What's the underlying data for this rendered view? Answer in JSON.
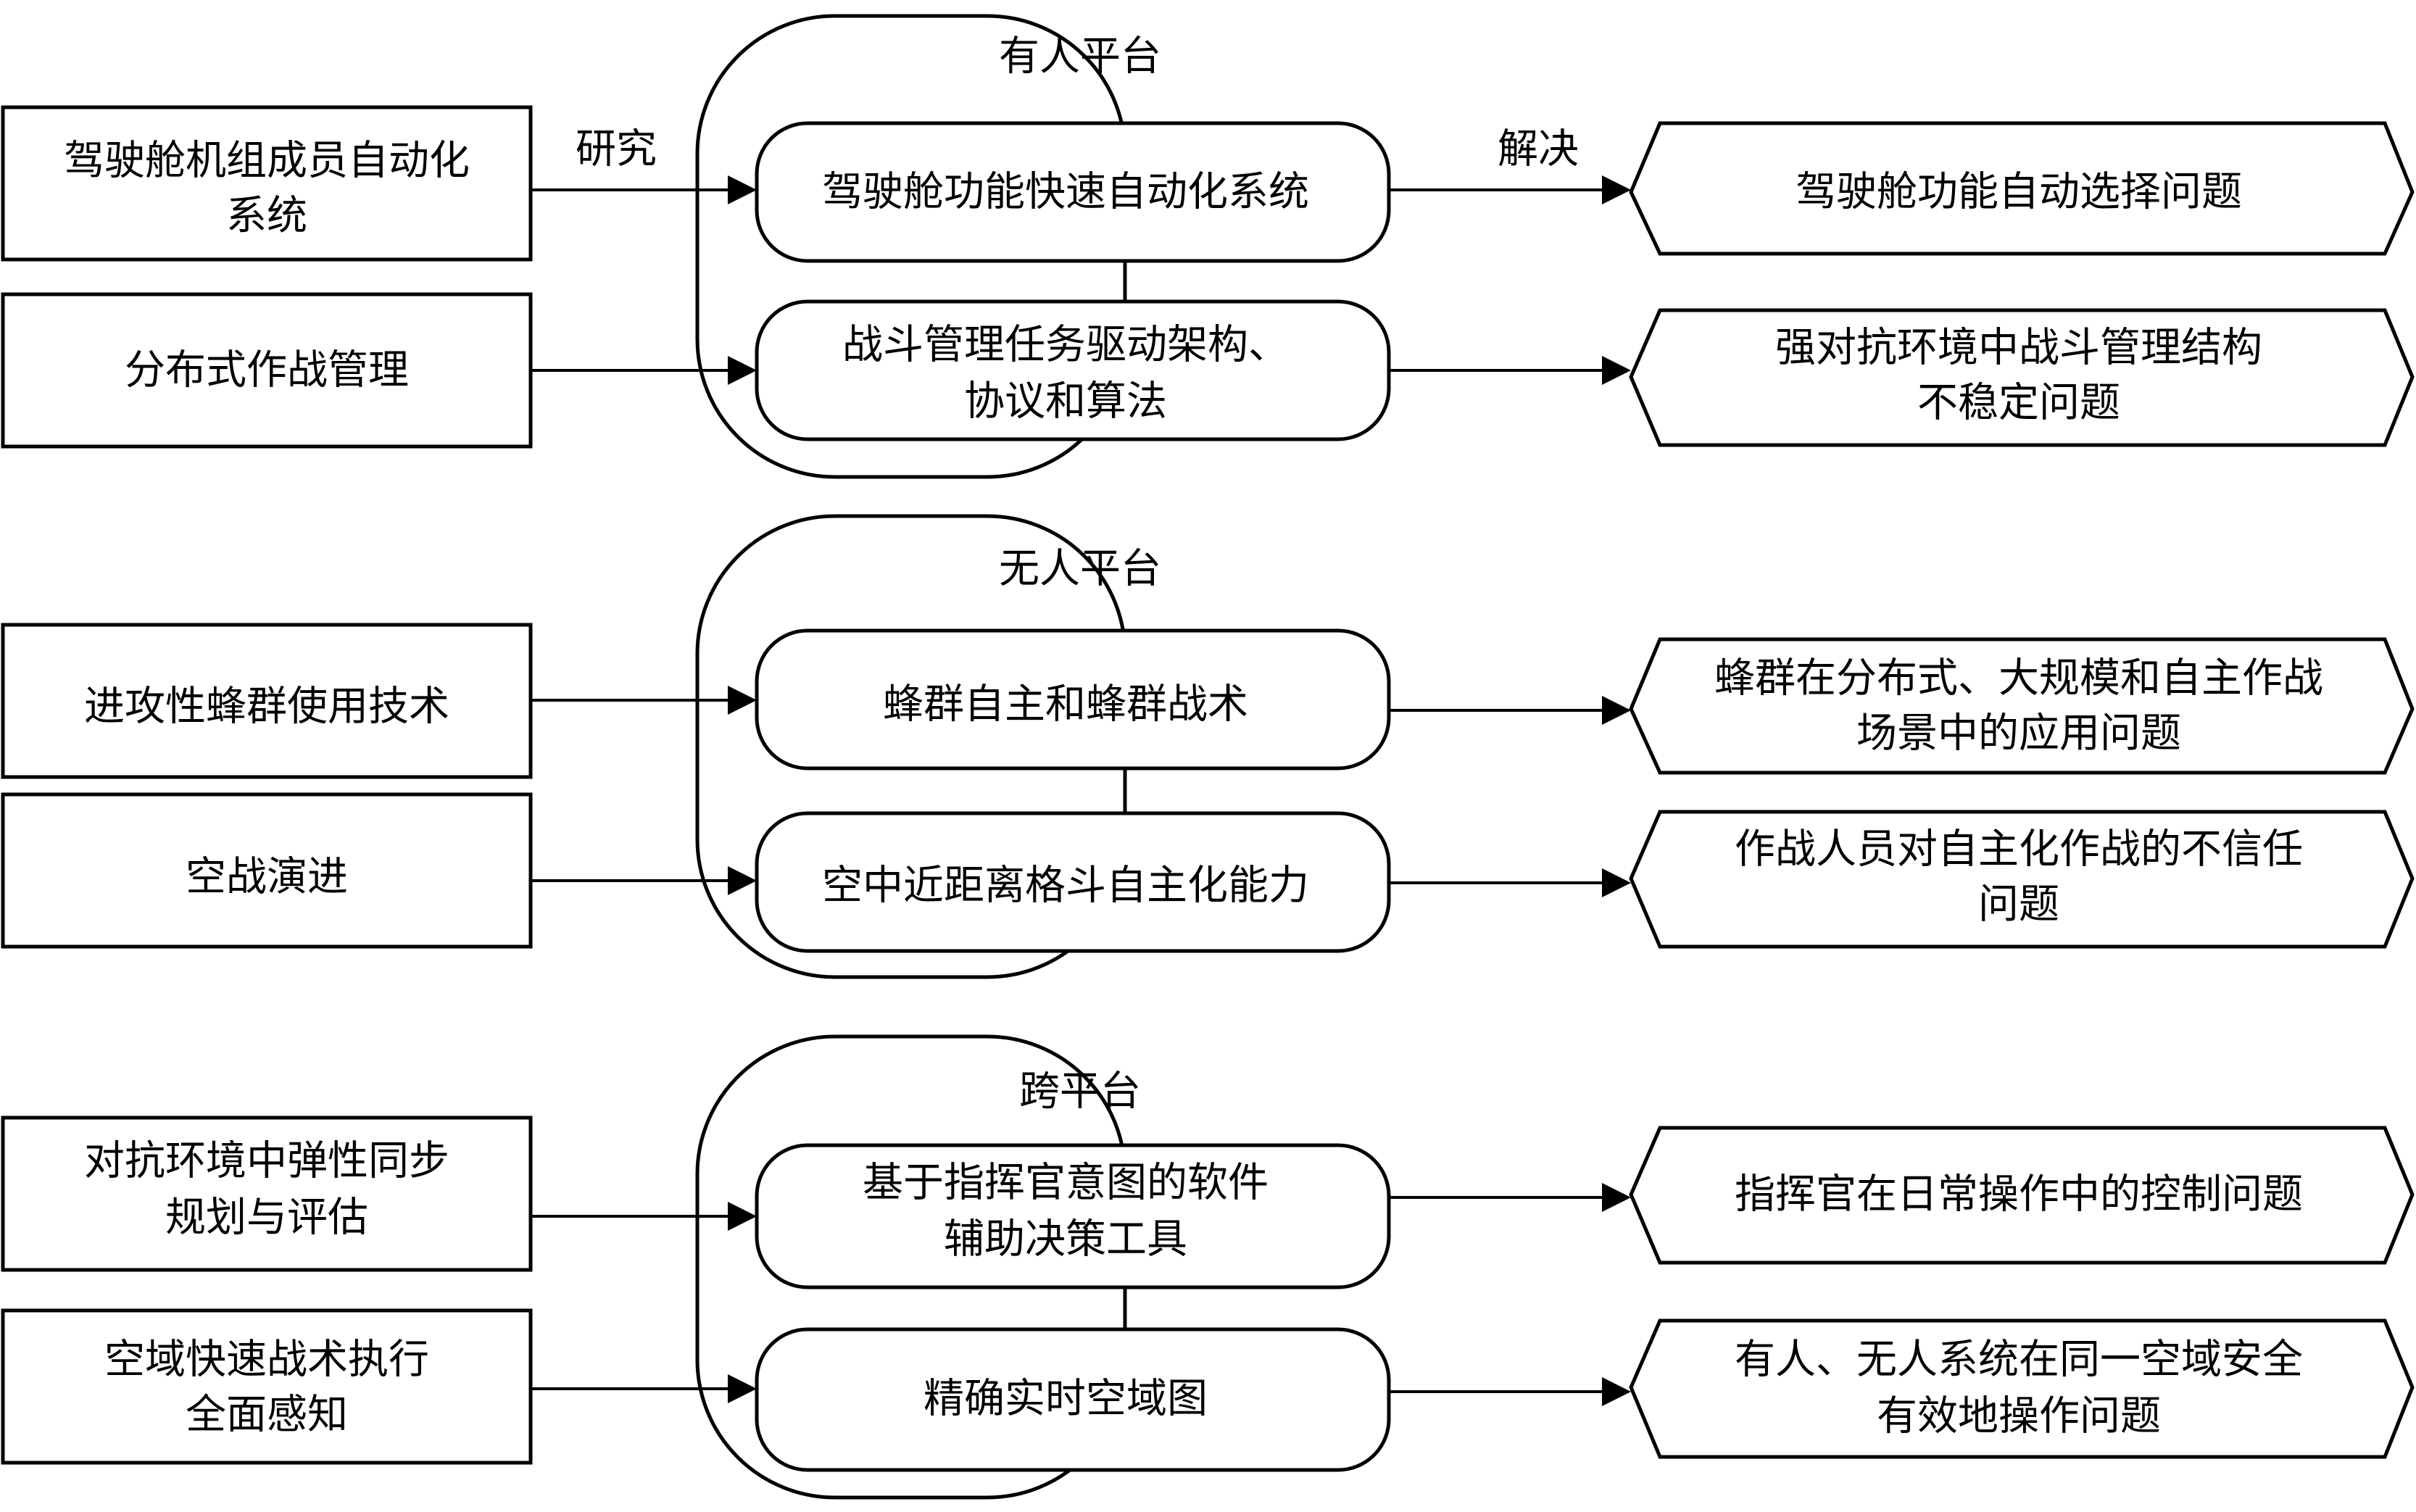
{
  "edge_labels": {
    "research": "研究",
    "solve": "解决"
  },
  "groups": [
    {
      "title": "有人平台",
      "rows": [
        {
          "source": [
            "驾驶舱机组成员自动化",
            "系统"
          ],
          "middle": [
            "驾驶舱功能快速自动化系统"
          ],
          "problem": [
            "驾驶舱功能自动选择问题"
          ]
        },
        {
          "source": [
            "分布式作战管理"
          ],
          "middle": [
            "战斗管理任务驱动架构、",
            "协议和算法"
          ],
          "problem": [
            "强对抗环境中战斗管理结构",
            "不稳定问题"
          ]
        }
      ]
    },
    {
      "title": "无人平台",
      "rows": [
        {
          "source": [
            "进攻性蜂群使用技术"
          ],
          "middle": [
            "蜂群自主和蜂群战术"
          ],
          "problem": [
            "蜂群在分布式、大规模和自主作战",
            "场景中的应用问题"
          ]
        },
        {
          "source": [
            "空战演进"
          ],
          "middle": [
            "空中近距离格斗自主化能力"
          ],
          "problem": [
            "作战人员对自主化作战的不信任",
            "问题"
          ]
        }
      ]
    },
    {
      "title": "跨平台",
      "rows": [
        {
          "source": [
            "对抗环境中弹性同步",
            "规划与评估"
          ],
          "middle": [
            "基于指挥官意图的软件",
            "辅助决策工具"
          ],
          "problem": [
            "指挥官在日常操作中的控制问题"
          ]
        },
        {
          "source": [
            "空域快速战术执行",
            "全面感知"
          ],
          "middle": [
            "精确实时空域图"
          ],
          "problem": [
            "有人、无人系统在同一空域安全",
            "有效地操作问题"
          ]
        }
      ]
    }
  ]
}
